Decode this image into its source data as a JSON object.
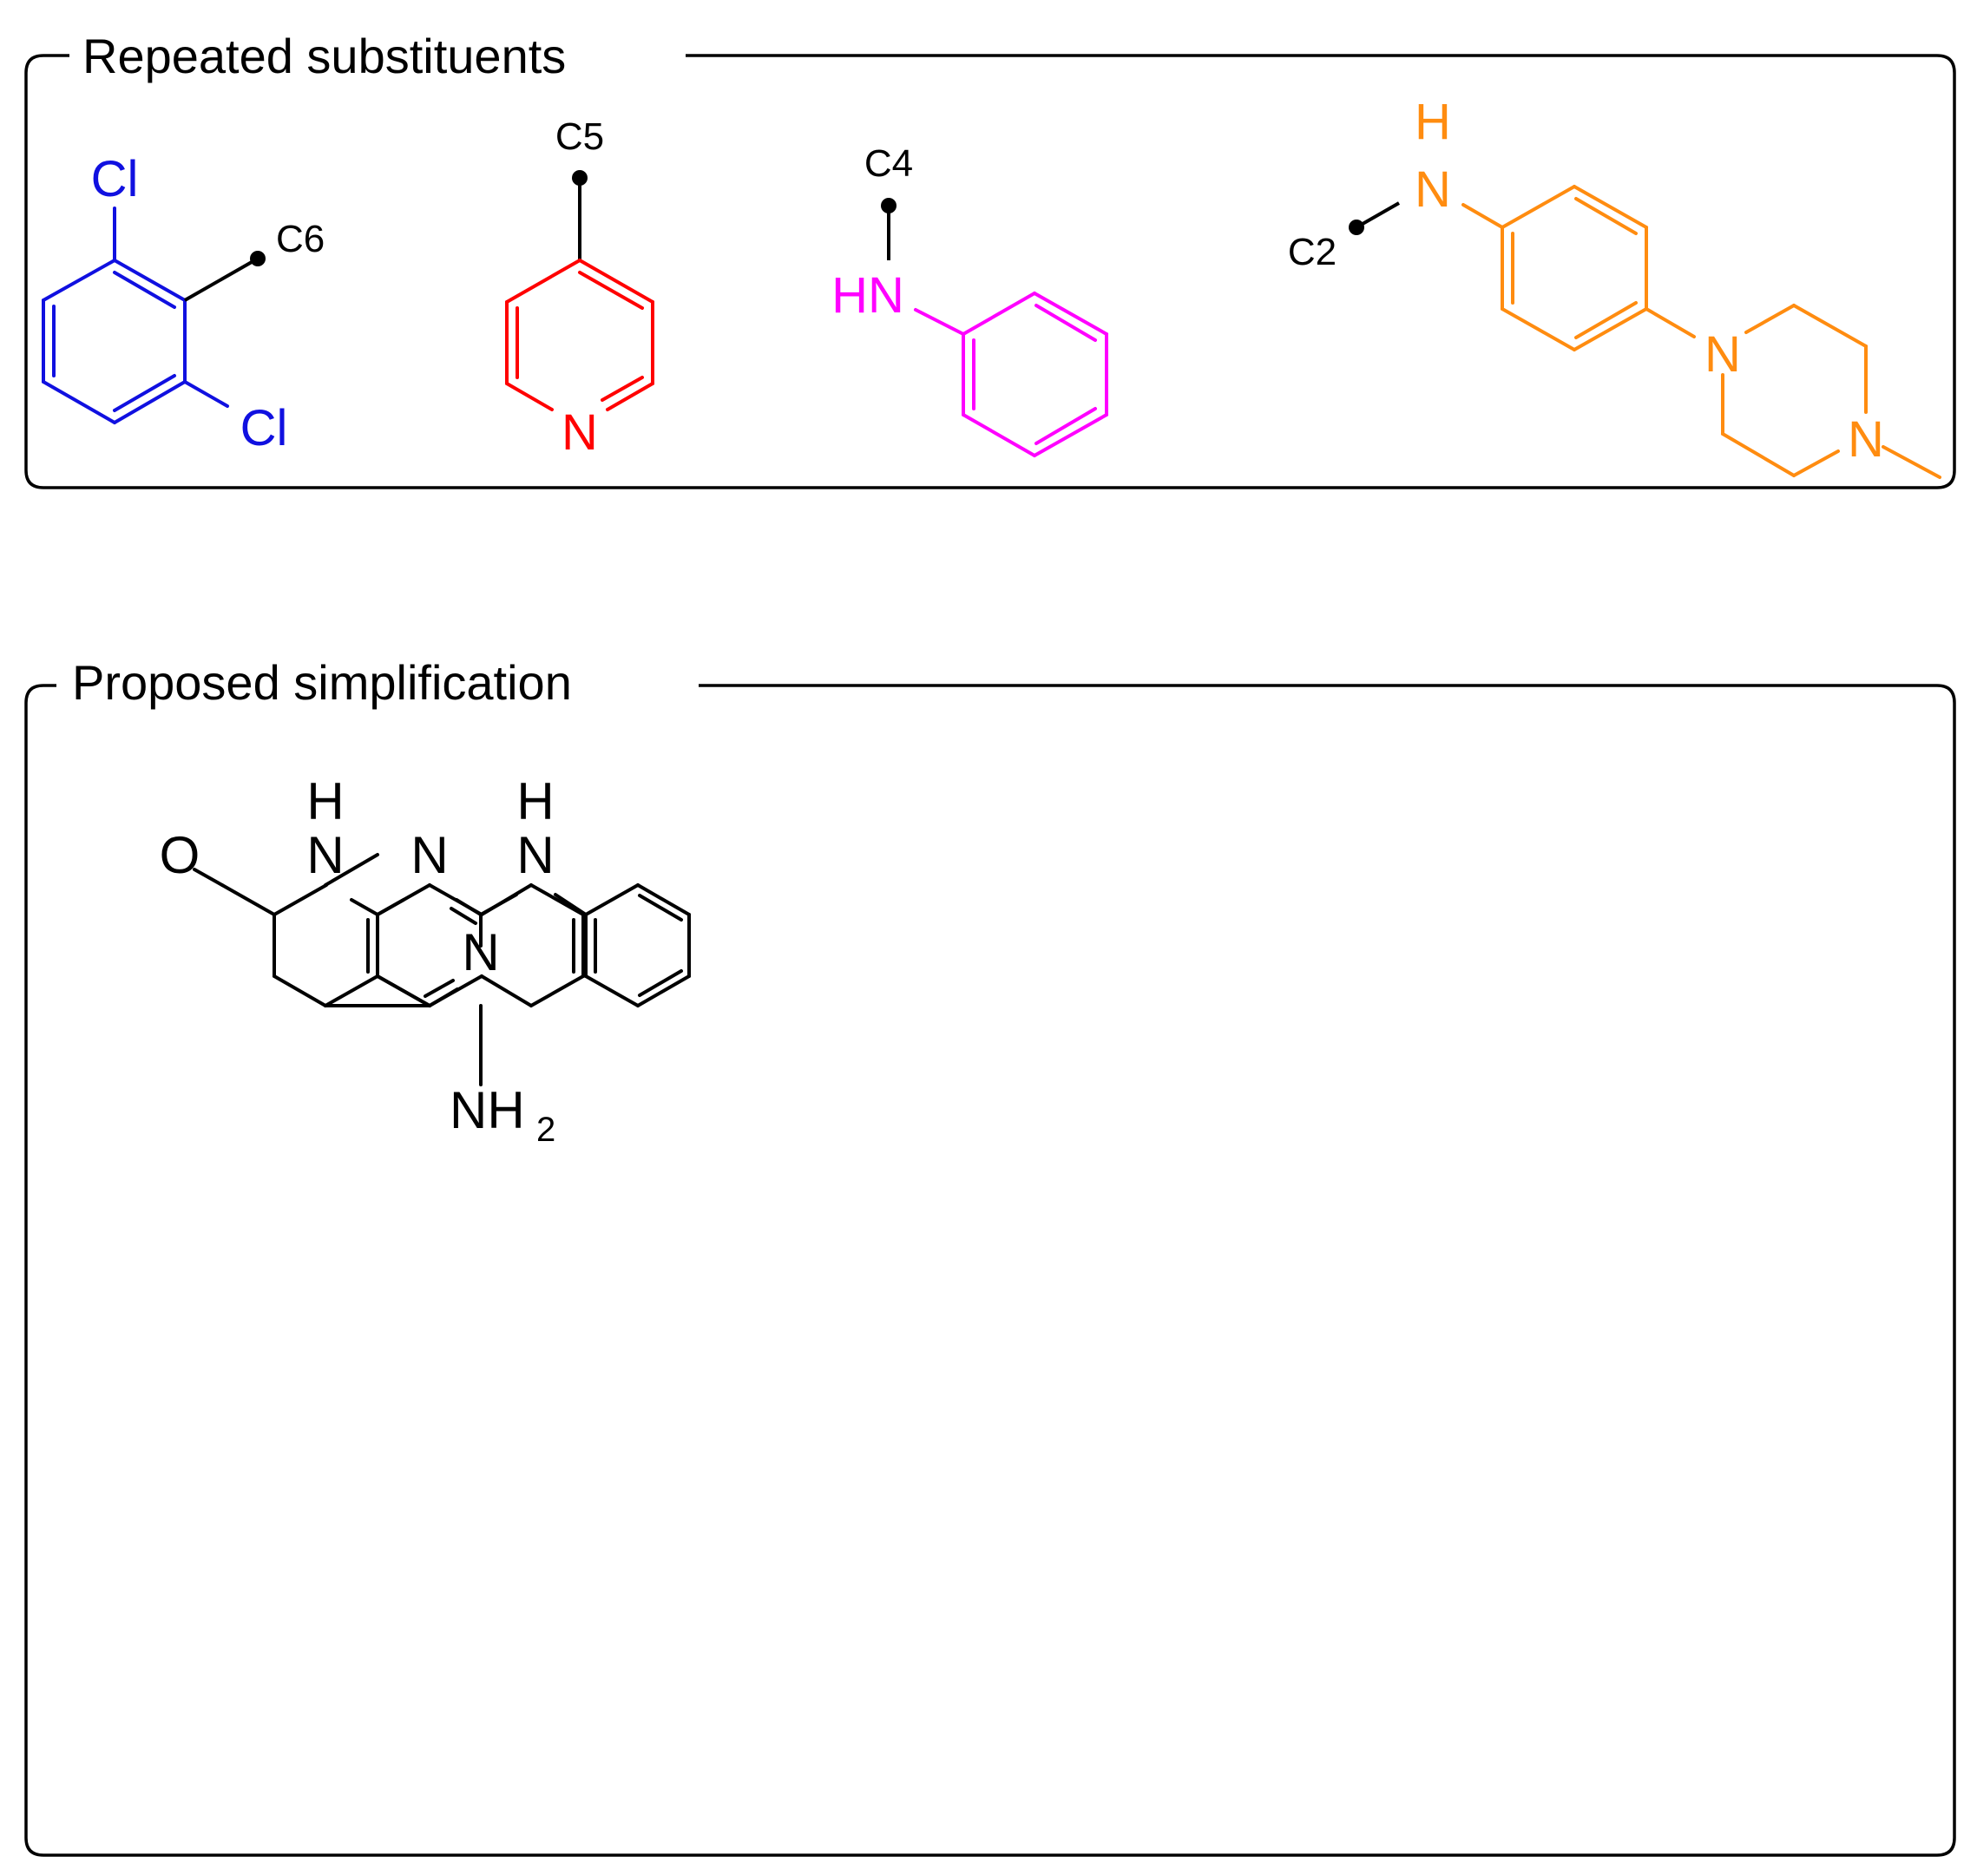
{
  "panels": {
    "top": {
      "title": "Repeated substituents"
    },
    "bottom": {
      "title": "Proposed simplification"
    }
  },
  "positions": {
    "c6": "C6",
    "c5": "C5",
    "c4": "C4",
    "c2": "C2"
  },
  "atoms": {
    "cl": "Cl",
    "n": "N",
    "h": "H",
    "hn": "HN",
    "o": "O",
    "nh": "NH",
    "sub2": "2"
  },
  "colors": {
    "dichlorophenyl": "#1010e0",
    "pyridyl": "#ff0000",
    "anilino": "#ff00ff",
    "piperazinylanilino": "#ff8c10",
    "core": "#000000"
  }
}
